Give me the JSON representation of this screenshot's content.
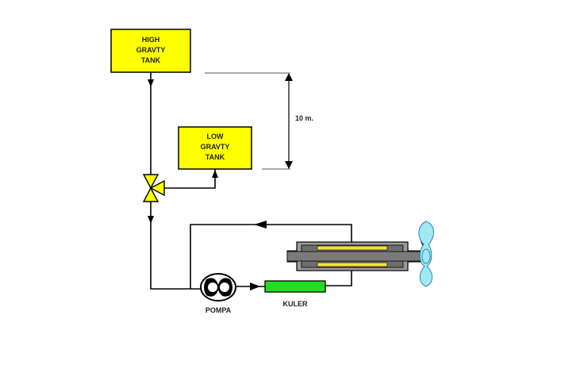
{
  "tanks": {
    "high": {
      "line1": "HIGH",
      "line2": "GRAVTY",
      "line3": "TANK"
    },
    "low": {
      "line1": "LOW",
      "line2": "GRAVTY",
      "line3": "TANK"
    }
  },
  "dimension": {
    "label": "10 m."
  },
  "pump": {
    "label": "POMPA"
  },
  "cooler": {
    "label": "KULER"
  },
  "colors": {
    "tank_fill": "#ffff00",
    "cooler_fill": "#22dd22",
    "propeller_fill": "#a0e8f4",
    "shaft_gray": "#808080",
    "bearing_yellow": "#f0e040"
  }
}
